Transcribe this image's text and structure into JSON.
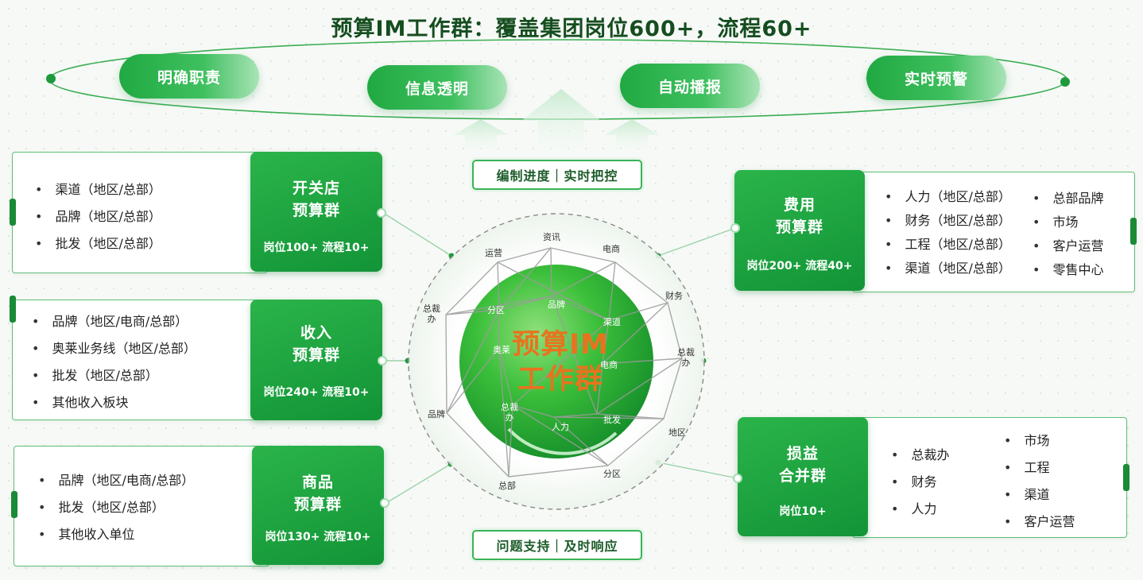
{
  "title": "预算IM工作群：覆盖集团岗位600+，流程60+",
  "top_pills": [
    "明确职责",
    "信息透明",
    "自动播报",
    "实时预警"
  ],
  "tag_top": "编制进度｜实时把控",
  "tag_bottom": "问题支持｜及时响应",
  "center": {
    "line1": "预算IM",
    "line2": "工作群",
    "outer_labels": [
      "资讯",
      "电商",
      "财务",
      "总裁办",
      "地区",
      "分区",
      "总部",
      "品牌",
      "总裁办",
      "运营"
    ],
    "inner_labels": [
      "品牌",
      "渠道",
      "电商",
      "批发",
      "人力",
      "总裁办",
      "奥莱",
      "分区"
    ]
  },
  "groups": {
    "kaiguan": {
      "name1": "开关店",
      "name2": "预算群",
      "stats": "岗位100+ 流程10+",
      "items": [
        "渠道（地区/总部）",
        "品牌（地区/总部）",
        "批发（地区/总部）"
      ]
    },
    "shouru": {
      "name1": "收入",
      "name2": "预算群",
      "stats": "岗位240+ 流程10+",
      "items": [
        "品牌（地区/电商/总部）",
        "奥莱业务线（地区/总部）",
        "批发（地区/总部）",
        "其他收入板块"
      ]
    },
    "shangpin": {
      "name1": "商品",
      "name2": "预算群",
      "stats": "岗位130+ 流程10+",
      "items": [
        "品牌（地区/电商/总部）",
        "批发（地区/总部）",
        "其他收入单位"
      ]
    },
    "feiyong": {
      "name1": "费用",
      "name2": "预算群",
      "stats": "岗位200+ 流程40+",
      "items_col1": [
        "人力（地区/总部）",
        "财务（地区/总部）",
        "工程（地区/总部）",
        "渠道（地区/总部）"
      ],
      "items_col2": [
        "总部品牌",
        "市场",
        "客户运营",
        "零售中心"
      ]
    },
    "sunyi": {
      "name1": "损益",
      "name2": "合并群",
      "stats": "岗位10+",
      "items_col1": [
        "总裁办",
        "财务",
        "人力"
      ],
      "items_col2": [
        "市场",
        "工程",
        "渠道",
        "客户运营"
      ]
    }
  },
  "colors": {
    "primary": "#1fa440",
    "dark": "#154d1f",
    "accent": "#e8731e"
  }
}
